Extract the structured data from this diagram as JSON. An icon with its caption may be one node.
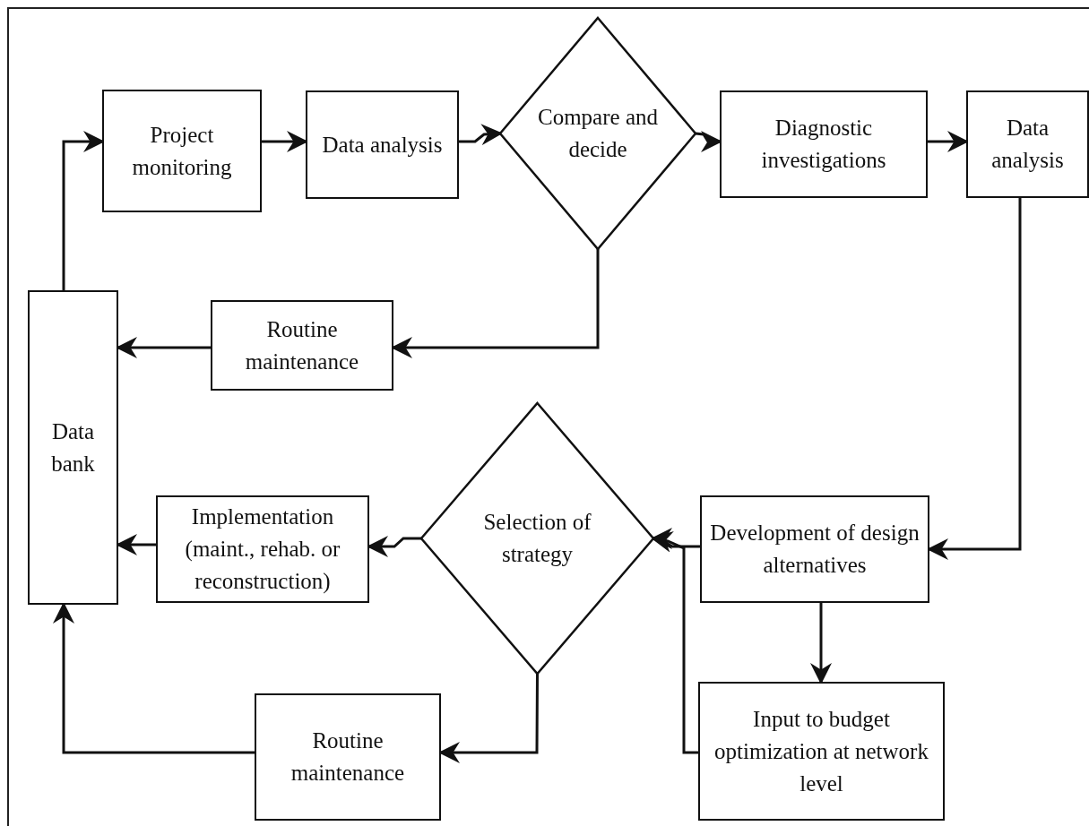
{
  "diagram": {
    "nodes": [
      {
        "text": [
          "Project monitoring"
        ]
      },
      {
        "text": [
          "Data analysis"
        ]
      },
      {
        "text": [
          "Compare and decide"
        ]
      },
      {
        "text": [
          "Diagnostic investigations"
        ]
      },
      {
        "text": [
          "Data analysis"
        ]
      },
      {
        "text": [
          "Routine maintenance"
        ]
      },
      {
        "text": [
          "Data bank"
        ]
      },
      {
        "text": [
          "Selection of strategy"
        ]
      },
      {
        "text": [
          "Development of design alternatives"
        ]
      },
      {
        "text": [
          "Implementation (maint., rehab. or reconstruction)"
        ]
      },
      {
        "text": [
          "Input to budget optimization at network level"
        ]
      },
      {
        "text": [
          "Routine maintenance"
        ]
      }
    ],
    "edges": [
      {
        "from": 0,
        "to": 1,
        "arrow": "to"
      },
      {
        "from": 1,
        "to": 2,
        "arrow": "to"
      },
      {
        "from": 2,
        "to": 3,
        "arrow": "to"
      },
      {
        "from": 3,
        "to": 4,
        "arrow": "to"
      },
      {
        "from": 4,
        "to": 8,
        "arrow": "to"
      },
      {
        "from": 2,
        "to": 5,
        "arrow": "to"
      },
      {
        "from": 5,
        "to": 6,
        "arrow": "to"
      },
      {
        "from": 6,
        "to": 0,
        "arrow": "to"
      },
      {
        "from": 8,
        "to": 7,
        "arrow": "to"
      },
      {
        "from": 8,
        "to": 10,
        "arrow": "to"
      },
      {
        "from": 10,
        "to": 7,
        "arrow": "to"
      },
      {
        "from": 7,
        "to": 9,
        "arrow": "to"
      },
      {
        "from": 9,
        "to": 6,
        "arrow": "to"
      },
      {
        "from": 7,
        "to": 11,
        "arrow": "to"
      },
      {
        "from": 11,
        "to": 6,
        "arrow": "to"
      }
    ]
  }
}
